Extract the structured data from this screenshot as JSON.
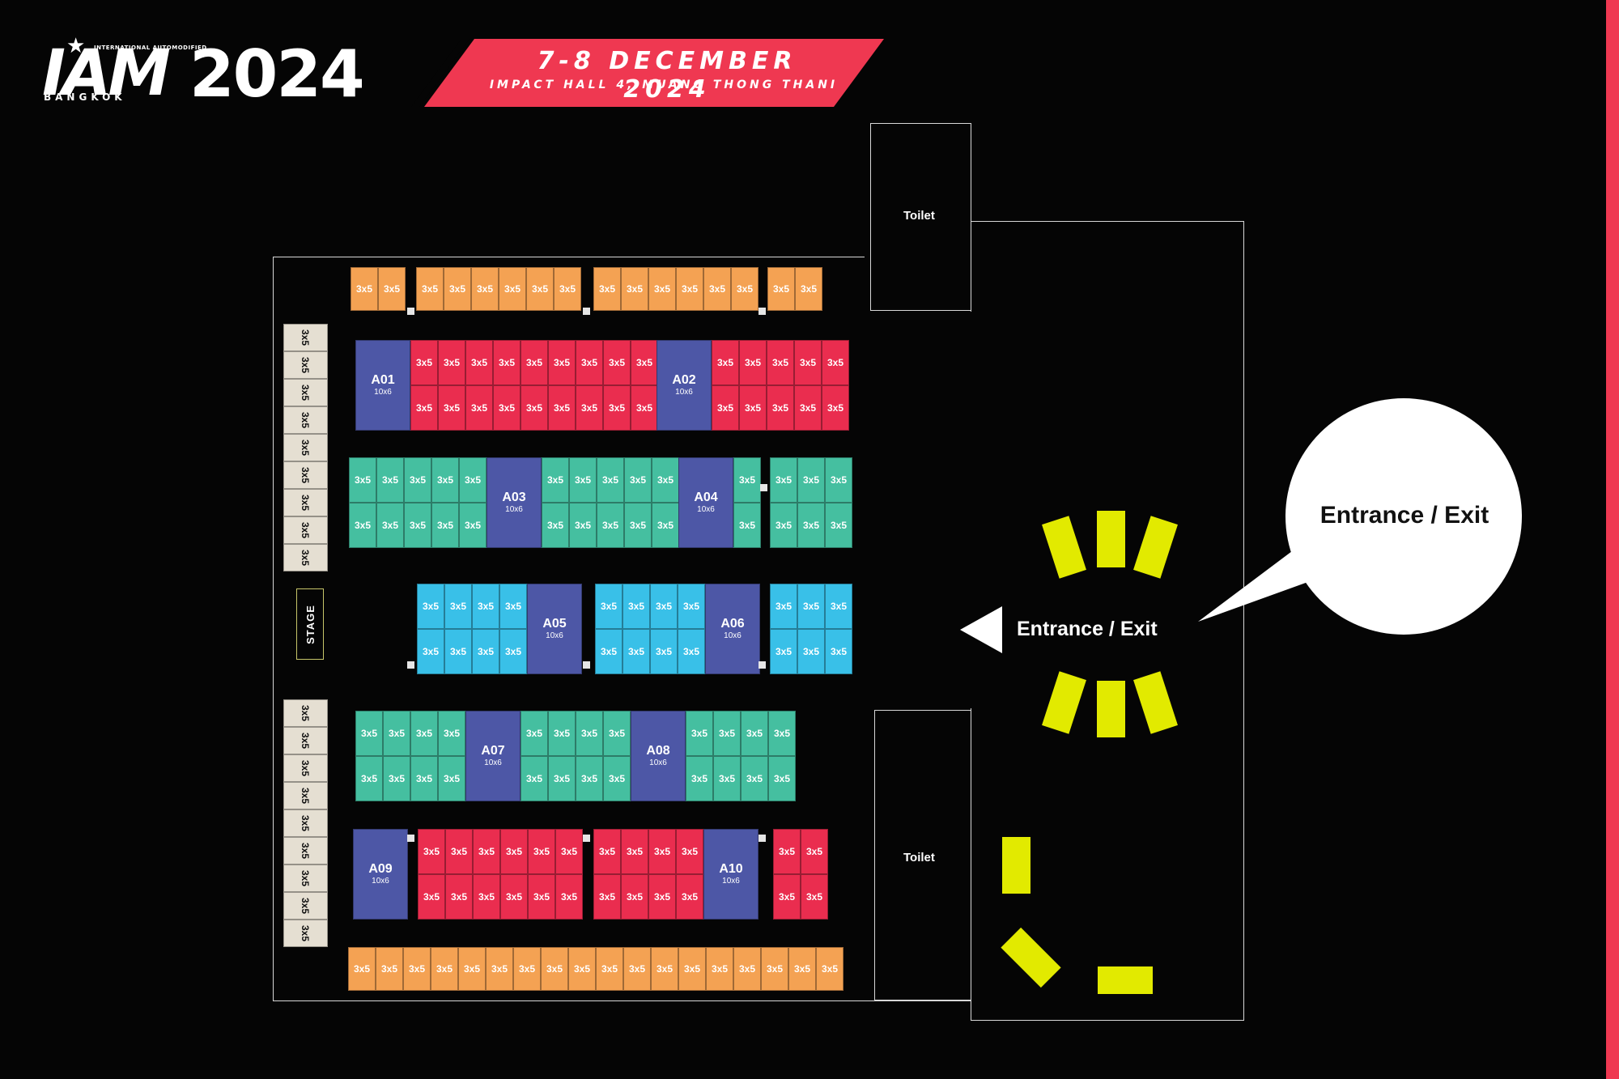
{
  "colors": {
    "accent": "#ef3851",
    "orange": "#f4a253",
    "red": "#ea2d4f",
    "teal": "#45bfa0",
    "cyan": "#39c0e8",
    "purple": "#4d57a6",
    "beige": "#e5dfd2",
    "yellow": "#e2ea00"
  },
  "header": {
    "logo_main": "IAM",
    "logo_small": "INTERNATIONAL AUTOMODIFIED",
    "logo_city": "BANGKOK",
    "logo_year": "2024",
    "date": "7-8 DECEMBER 2024",
    "venue": "IMPACT HALL 4, MUANG THONG THANI"
  },
  "map": {
    "booth_label": "3x5",
    "big_booth_size": "10x6",
    "big_booths": [
      "A01",
      "A02",
      "A03",
      "A04",
      "A05",
      "A06",
      "A07",
      "A08",
      "A09",
      "A10"
    ],
    "stage_label": "STAGE",
    "toilet_top": "Toilet",
    "toilet_bottom": "Toilet",
    "entrance_main": "Entrance / Exit",
    "entrance_bubble": "Entrance / Exit"
  }
}
